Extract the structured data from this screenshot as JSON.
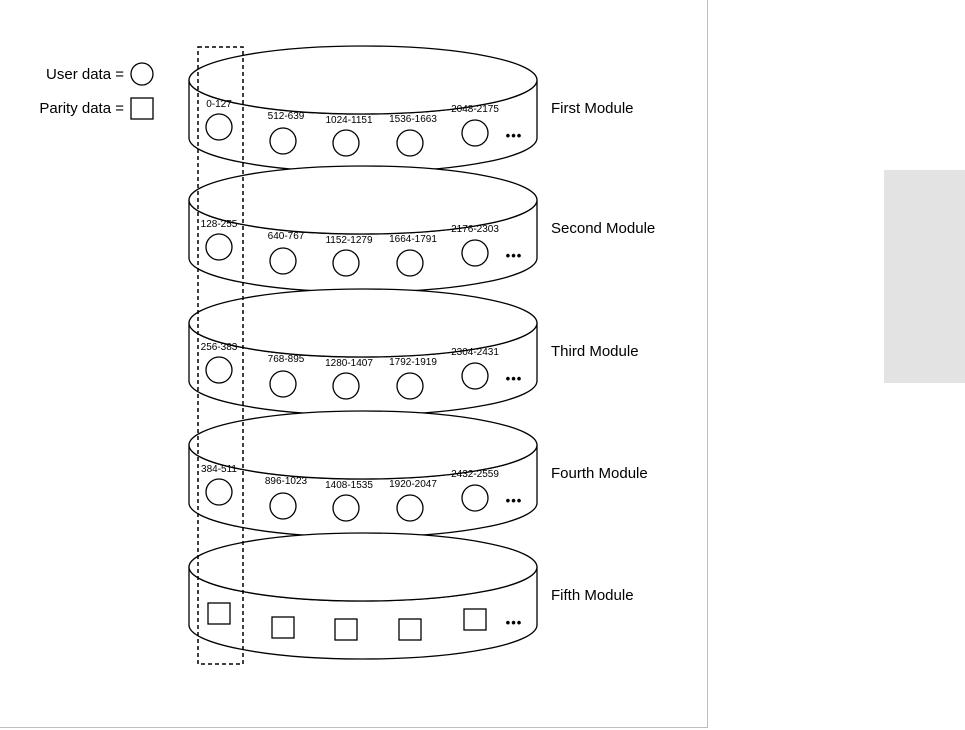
{
  "legend": {
    "user_data": "User data =",
    "parity_data": "Parity data ="
  },
  "ellipsis": "•••",
  "modules": [
    {
      "name": "First Module",
      "kind": "user",
      "ranges": [
        "0-127",
        "512-639",
        "1024-1151",
        "1536-1663",
        "2048-2175"
      ]
    },
    {
      "name": "Second Module",
      "kind": "user",
      "ranges": [
        "128-255",
        "640-767",
        "1152-1279",
        "1664-1791",
        "2176-2303"
      ]
    },
    {
      "name": "Third Module",
      "kind": "user",
      "ranges": [
        "256-383",
        "768-895",
        "1280-1407",
        "1792-1919",
        "2304-2431"
      ]
    },
    {
      "name": "Fourth Module",
      "kind": "user",
      "ranges": [
        "384-511",
        "896-1023",
        "1408-1535",
        "1920-2047",
        "2432-2559"
      ]
    },
    {
      "name": "Fifth Module",
      "kind": "parity",
      "ranges": []
    }
  ]
}
